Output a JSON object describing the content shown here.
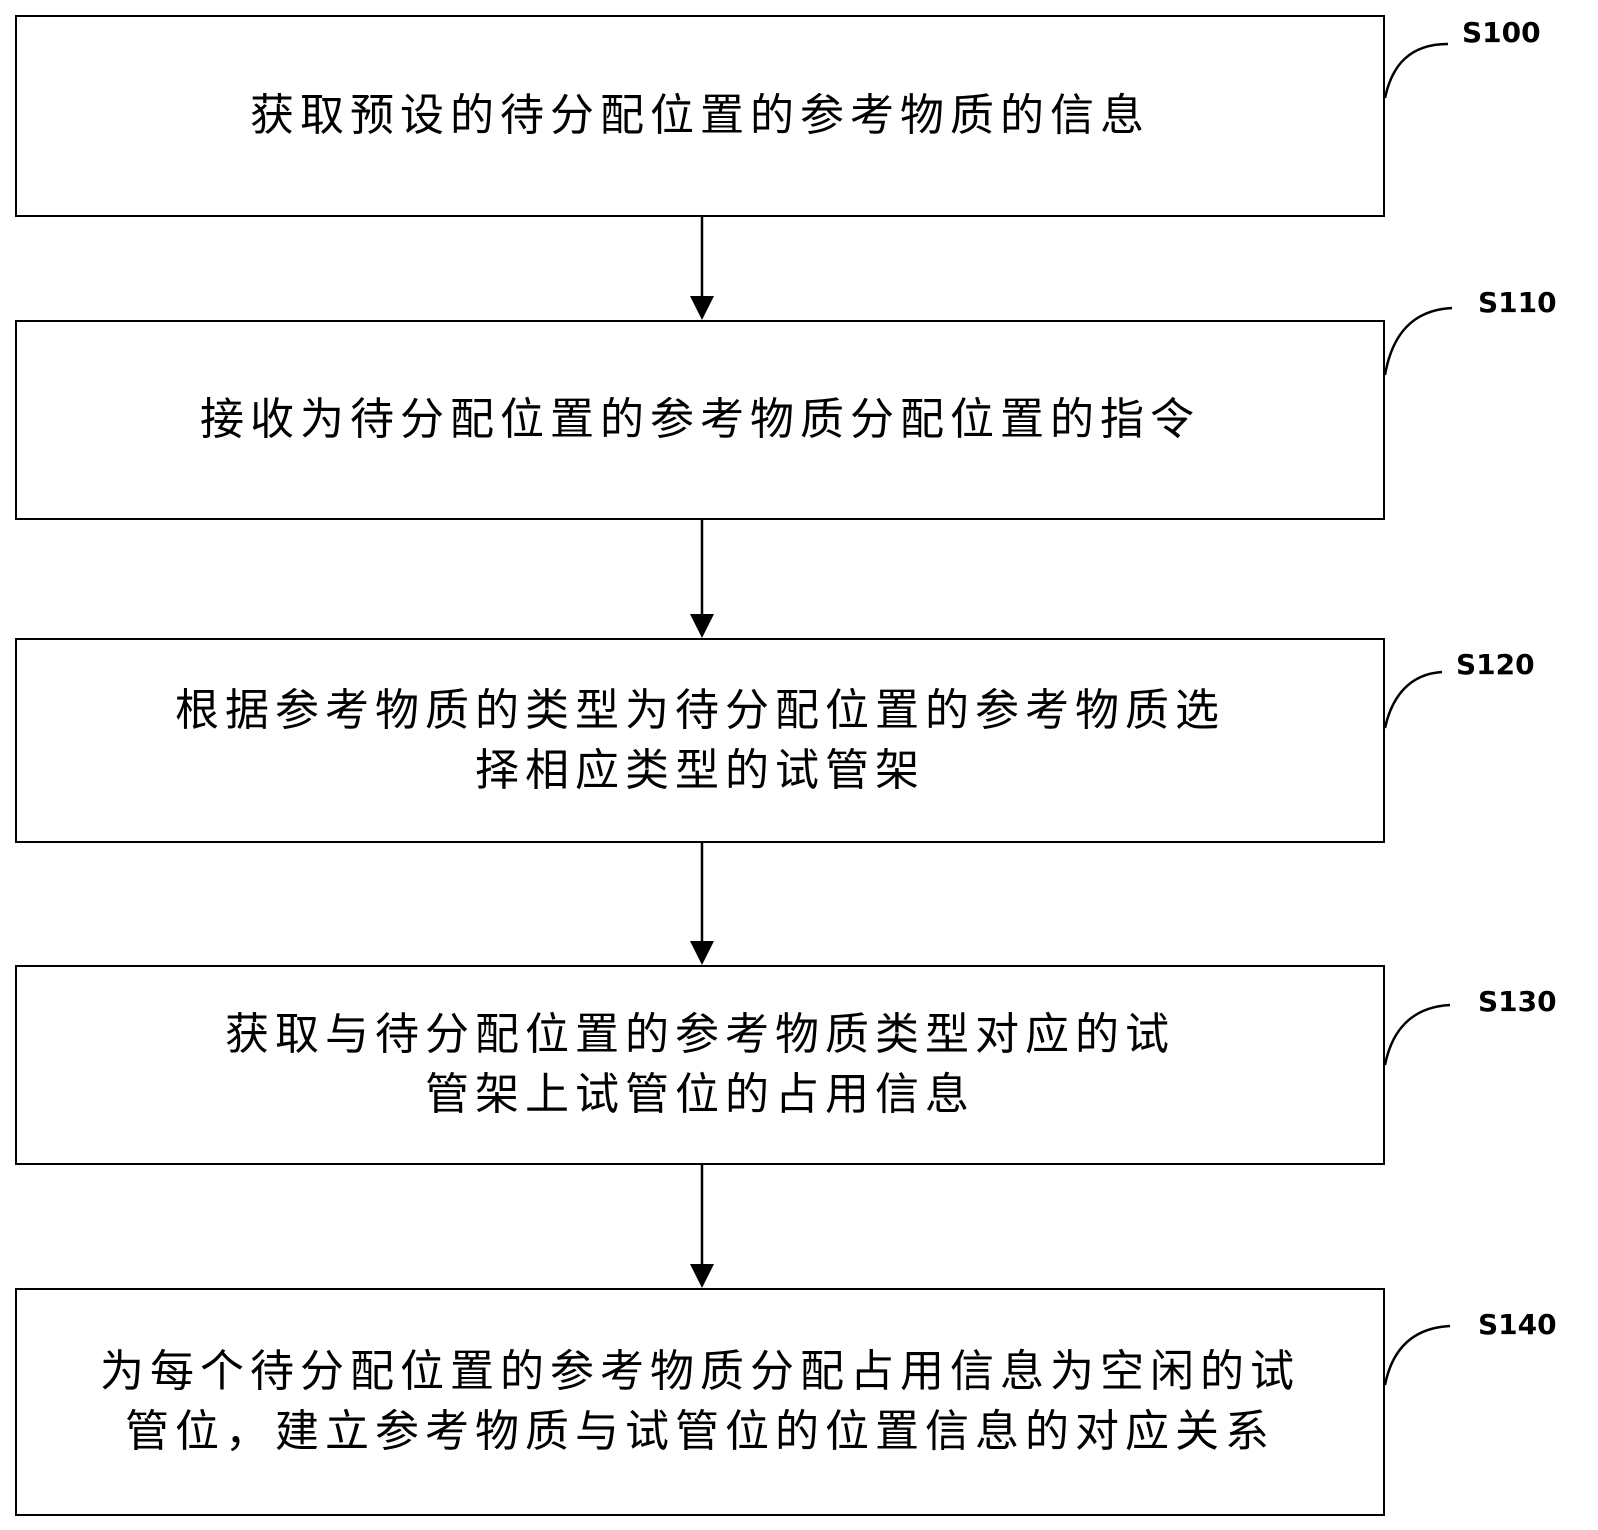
{
  "steps": [
    {
      "id": "S100",
      "lines": [
        "获取预设的待分配位置的参考物质的信息"
      ]
    },
    {
      "id": "S110",
      "lines": [
        "接收为待分配位置的参考物质分配位置的指令"
      ]
    },
    {
      "id": "S120",
      "lines": [
        "根据参考物质的类型为待分配位置的参考物质选",
        "择相应类型的试管架"
      ]
    },
    {
      "id": "S130",
      "lines": [
        "获取与待分配位置的参考物质类型对应的试",
        "管架上试管位的占用信息"
      ]
    },
    {
      "id": "S140",
      "lines": [
        "为每个待分配位置的参考物质分配占用信息为空闲的试",
        "管位，建立参考物质与试管位的位置信息的对应关系"
      ]
    }
  ]
}
